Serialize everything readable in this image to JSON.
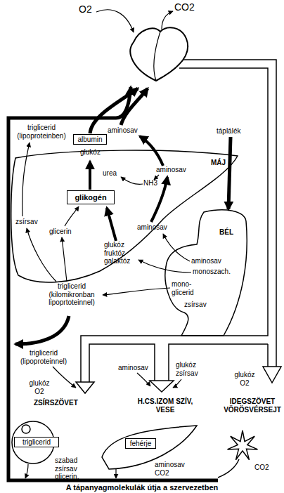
{
  "diagram": {
    "caption": "A tápanyagmolekulák útja a szervezetben",
    "nodes": [
      {
        "text": [
          "MÁJ"
        ]
      },
      {
        "text": [
          "albumin"
        ]
      },
      {
        "text": [
          "glikogén"
        ],
        "in": 0
      },
      {
        "text": [
          "BÉL"
        ]
      },
      {
        "text": [
          "ZSÍRSZÖVET"
        ]
      },
      {
        "text": [
          "triglicerid"
        ],
        "in": 4
      },
      {
        "text": [
          "H.CS.IZOM SZÍV, VESE"
        ]
      },
      {
        "text": [
          "fehérje"
        ],
        "in": 6
      },
      {
        "text": [
          "IDEGSZÖVET VÖRÖSVÉRSEJT"
        ]
      }
    ],
    "labels": [
      "O2",
      "CO2",
      "triglicerid (lipoproteinben)",
      "aminosav",
      "glukóz",
      "urea",
      "aminosav",
      "NH3",
      "táplálék",
      "zsírsav",
      "glicerin",
      "aminosav",
      "glukóz fruktóz galaktóz",
      "triglicerid (kilomikronban lipoprtoteinnel)",
      "aminosav",
      "monoszach.",
      "mono- glicerid",
      "zsírsav",
      "triglicerid (lipoproteinnel)",
      "aminosav",
      "glukóz zsírsav",
      "glukóz O2",
      "glukóz O2",
      "szabad zsírsav glicerin,",
      "aminosav CO2",
      "CO2"
    ]
  }
}
